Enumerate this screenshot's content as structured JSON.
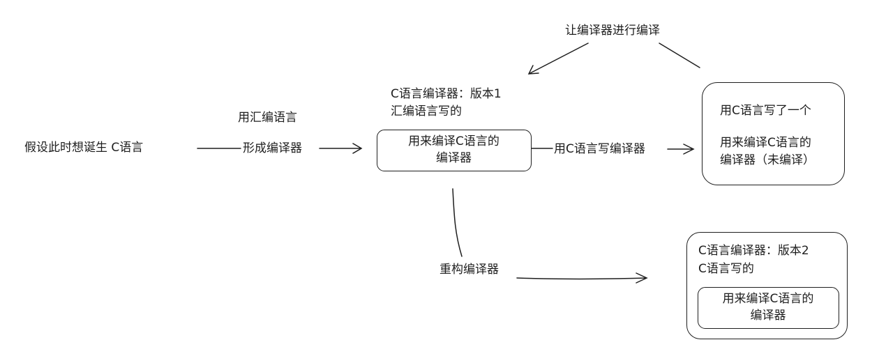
{
  "labels": {
    "assume": "假设此时想诞生 C语言",
    "use_asm": "用汇编语言",
    "form_compiler": "形成编译器",
    "v1_title": "C语言编译器：版本1",
    "v1_sub": "汇编语言写的",
    "compiler_box1_line1": "用来编译C语言的",
    "compiler_box1_line2": "编译器",
    "write_with_c": "用C语言写编译器",
    "let_compile": "让编译器进行编译",
    "right_line1": "用C语言写了一个",
    "right_line2": "用来编译C语言的",
    "right_line3": "编译器（未编译）",
    "refactor": "重构编译器",
    "v2_title": "C语言编译器：版本2",
    "v2_sub": "C语言写的",
    "compiler_box2_line1": "用来编译C语言的",
    "compiler_box2_line2": "编译器"
  },
  "colors": {
    "stroke": "#1e1e1e",
    "background": "#ffffff"
  }
}
